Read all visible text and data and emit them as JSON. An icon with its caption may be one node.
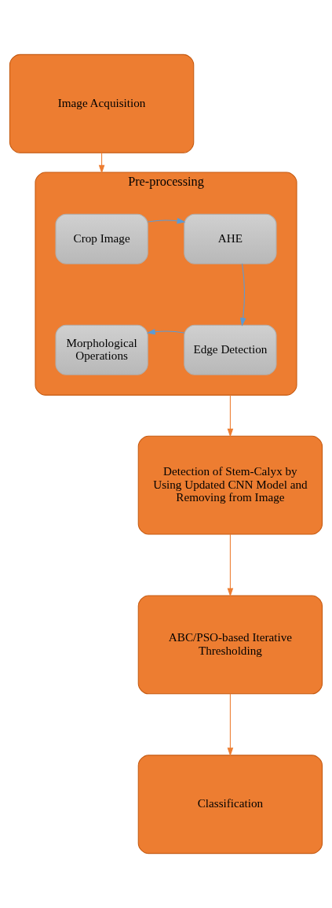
{
  "diagram": {
    "nodes": [
      {
        "text": [
          "Image Acquisition"
        ]
      },
      {
        "text": [
          "Pre-processing"
        ]
      },
      {
        "text": [
          "Crop Image"
        ],
        "in": 1
      },
      {
        "text": [
          "AHE"
        ],
        "in": 1
      },
      {
        "text": [
          "Morphological Operations"
        ],
        "in": 1
      },
      {
        "text": [
          "Edge Detection"
        ],
        "in": 1
      },
      {
        "text": [
          "Detection of Stem-Calyx by Using Updated CNN Model and Removing from Image"
        ]
      },
      {
        "text": [
          "ABC/PSO-based Iterative Thresholding"
        ]
      },
      {
        "text": [
          "Classification"
        ]
      }
    ],
    "edges": [
      {
        "from": 0,
        "to": 1,
        "arrow": "to"
      },
      {
        "from": 2,
        "to": 3,
        "arrow": "to",
        "color": "#5b9bd5"
      },
      {
        "from": 3,
        "to": 5,
        "arrow": "to",
        "color": "#5b9bd5"
      },
      {
        "from": 5,
        "to": 4,
        "arrow": "to",
        "color": "#5b9bd5"
      },
      {
        "from": 1,
        "to": 6,
        "arrow": "to"
      },
      {
        "from": 6,
        "to": 7,
        "arrow": "to"
      },
      {
        "from": 7,
        "to": 8,
        "arrow": "to"
      }
    ]
  }
}
